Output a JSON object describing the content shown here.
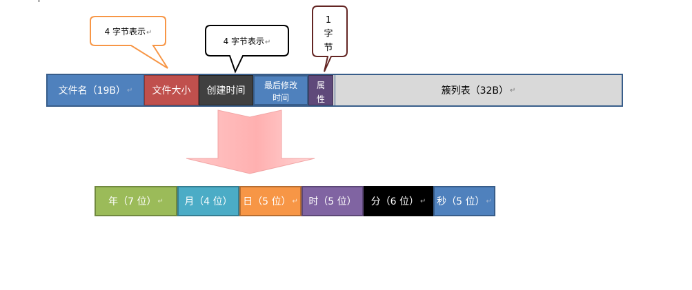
{
  "diagram": {
    "callouts": {
      "size_note": "4 字节表示",
      "time_note": "4 字节表示",
      "attr_note": "1字节"
    },
    "entry_fields": [
      {
        "label": "文件名（19B）",
        "color": "#4f81bd"
      },
      {
        "label": "文件大小",
        "color": "#c0504d"
      },
      {
        "label": "创建时间",
        "color": "#404040"
      },
      {
        "label": "最后修改时间",
        "color": "#4f81bd"
      },
      {
        "label": "属性",
        "color": "#5f497a"
      },
      {
        "label": "簇列表（32B）",
        "color": "#d9d9d9"
      }
    ],
    "time_fields": [
      {
        "label": "年（7 位）",
        "color": "#9bbb59"
      },
      {
        "label": "月（4 位）",
        "color": "#4bacc6"
      },
      {
        "label": "日（5 位）",
        "color": "#f79646"
      },
      {
        "label": "时（5 位）",
        "color": "#8064a2"
      },
      {
        "label": "分（6 位）",
        "color": "#000000"
      },
      {
        "label": "秒（5 位）",
        "color": "#4f81bd"
      }
    ],
    "paragraph_mark": "↵"
  }
}
